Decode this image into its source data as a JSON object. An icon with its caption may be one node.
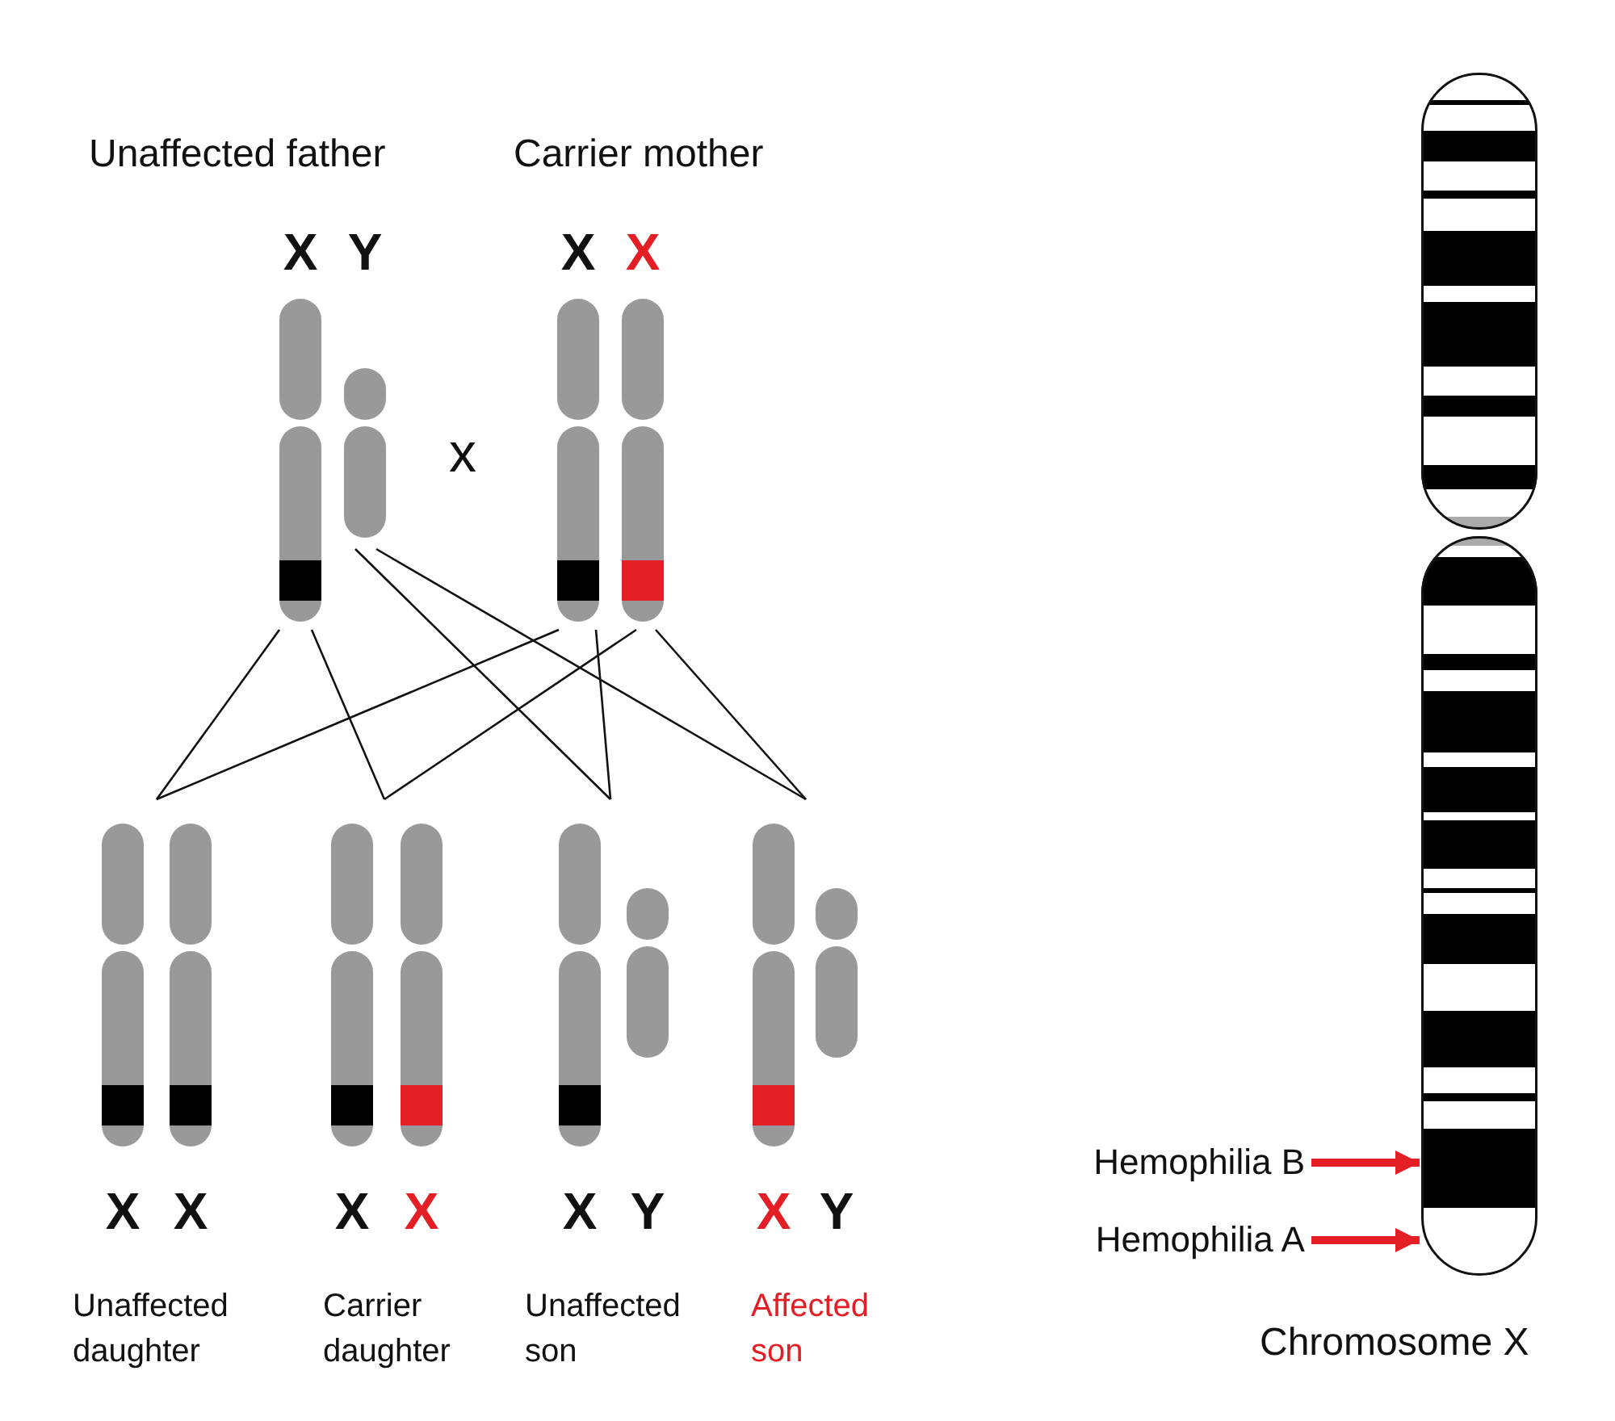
{
  "diagram": {
    "nodes": [
      {
        "text": [
          "Unaffected father"
        ]
      },
      {
        "text": [
          "X"
        ],
        "in": 0
      },
      {
        "text": [
          "Y"
        ],
        "in": 0
      },
      {
        "text": [
          "Carrier mother"
        ]
      },
      {
        "text": [
          "X"
        ],
        "in": 3
      },
      {
        "text": [
          "X"
        ],
        "in": 3
      },
      {
        "text": [
          "X",
          "X",
          "Unaffected daughter"
        ]
      },
      {
        "text": [
          "X",
          "X",
          "Carrier daughter"
        ]
      },
      {
        "text": [
          "X",
          "Y",
          "Unaffected son"
        ]
      },
      {
        "text": [
          "X",
          "Y",
          "Affected son"
        ]
      },
      {
        "text": [],
        "shape": "picture",
        "beside": [
          "Chromosome X"
        ]
      },
      {
        "text": [
          "Hemophilia B"
        ]
      },
      {
        "text": [
          "Hemophilia A"
        ]
      }
    ],
    "edges": [
      {
        "from": 1,
        "to": 6,
        "arrow": "none"
      },
      {
        "from": 1,
        "to": 7,
        "arrow": "none"
      },
      {
        "from": 2,
        "to": 8,
        "arrow": "none"
      },
      {
        "from": 2,
        "to": 9,
        "arrow": "none"
      },
      {
        "from": 4,
        "to": 6,
        "arrow": "none"
      },
      {
        "from": 4,
        "to": 8,
        "arrow": "none"
      },
      {
        "from": 5,
        "to": 7,
        "arrow": "none"
      },
      {
        "from": 5,
        "to": 9,
        "arrow": "none"
      },
      {
        "from": 11,
        "to": 10,
        "arrow": "to",
        "style": "thick",
        "color": "#e31e24"
      },
      {
        "from": 12,
        "to": 10,
        "arrow": "to",
        "style": "thick",
        "color": "#e31e24"
      }
    ],
    "labels": [
      "x"
    ]
  }
}
